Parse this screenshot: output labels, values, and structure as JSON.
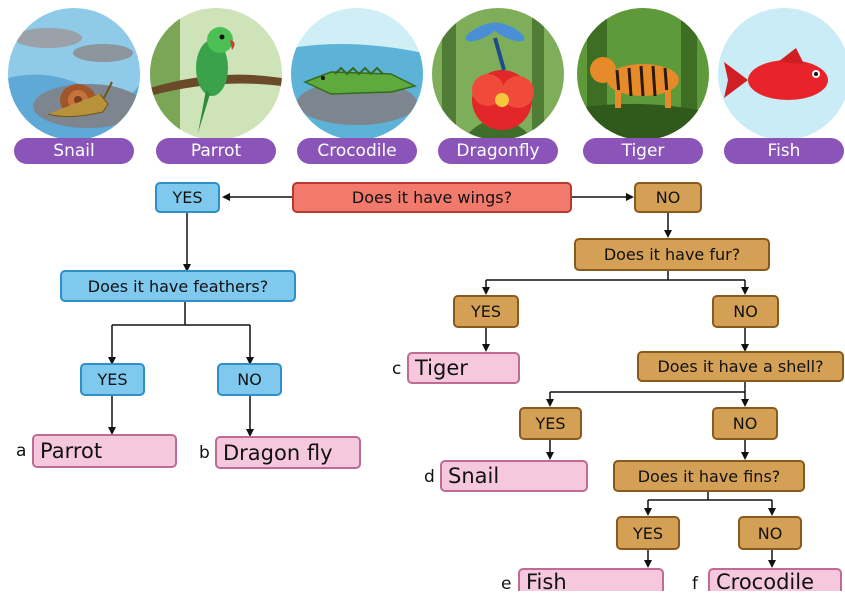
{
  "animals": [
    {
      "label": "Snail",
      "icon": "snail-icon"
    },
    {
      "label": "Parrot",
      "icon": "parrot-icon"
    },
    {
      "label": "Crocodile",
      "icon": "crocodile-icon"
    },
    {
      "label": "Dragonfly",
      "icon": "dragonfly-icon"
    },
    {
      "label": "Tiger",
      "icon": "tiger-icon"
    },
    {
      "label": "Fish",
      "icon": "fish-icon"
    }
  ],
  "tree": {
    "q_wings": "Does it have wings?",
    "q_feathers": "Does it have feathers?",
    "q_fur": "Does it have fur?",
    "q_shell": "Does it have a shell?",
    "q_fins": "Does it have fins?",
    "yes": "YES",
    "no": "NO"
  },
  "answers": {
    "a": {
      "letter": "a",
      "text": "Parrot"
    },
    "b": {
      "letter": "b",
      "text": "Dragon fly"
    },
    "c": {
      "letter": "c",
      "text": "Tiger"
    },
    "d": {
      "letter": "d",
      "text": "Snail"
    },
    "e": {
      "letter": "e",
      "text": "Fish"
    },
    "f": {
      "letter": "f",
      "text": "Crocodile"
    }
  },
  "colors": {
    "label_pill": "#8a54b8",
    "yes_no_left": "#7fc9ef",
    "yes_no_right": "#d4a056",
    "root_question": "#f27a6c",
    "answer_box": "#f6c8dd"
  }
}
